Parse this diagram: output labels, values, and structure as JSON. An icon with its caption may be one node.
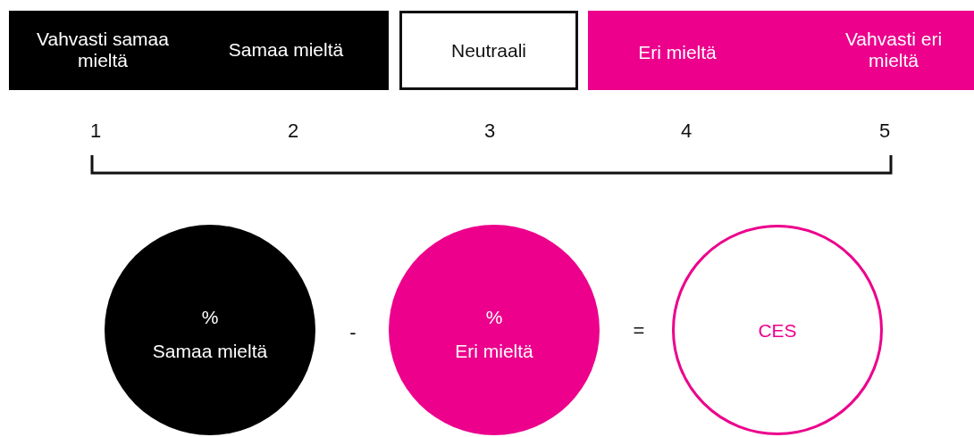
{
  "diagram": {
    "nodes": [
      {
        "text": [
          "Vahvasti samaa mieltä",
          "Samaa mieltä"
        ]
      },
      {
        "text": [
          "Neutraali"
        ]
      },
      {
        "text": [
          "Eri mieltä",
          "Vahvasti eri mieltä"
        ]
      },
      {
        "text": [
          "%",
          "Samaa mieltä"
        ]
      },
      {
        "text": [
          "%",
          "Eri mieltä"
        ]
      },
      {
        "text": [
          "CES"
        ]
      }
    ],
    "labels": [
      "1",
      "2",
      "3",
      "4",
      "5",
      "-",
      "="
    ]
  }
}
